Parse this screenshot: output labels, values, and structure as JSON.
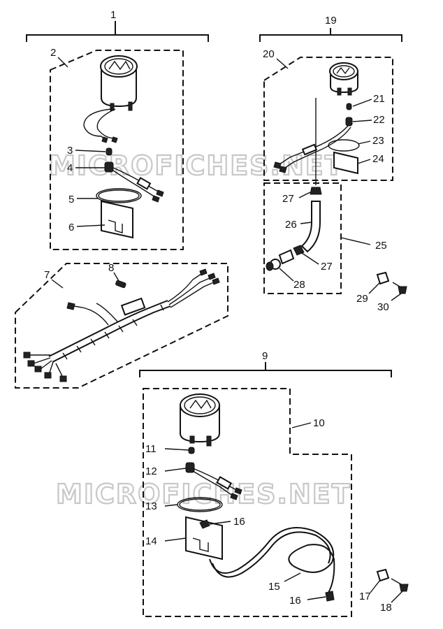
{
  "watermark": "MICROFICHES.NET",
  "callouts": {
    "c1": "1",
    "c2": "2",
    "c3": "3",
    "c4": "4",
    "c5": "5",
    "c6": "6",
    "c7": "7",
    "c8": "8",
    "c9": "9",
    "c10": "10",
    "c11": "11",
    "c12": "12",
    "c13": "13",
    "c14": "14",
    "c15": "15",
    "c16a": "16",
    "c16b": "16",
    "c17": "17",
    "c18": "18",
    "c19": "19",
    "c20": "20",
    "c21": "21",
    "c22": "22",
    "c23": "23",
    "c24": "24",
    "c25": "25",
    "c26": "26",
    "c27a": "27",
    "c27b": "27",
    "c28": "28",
    "c29": "29",
    "c30": "30"
  }
}
